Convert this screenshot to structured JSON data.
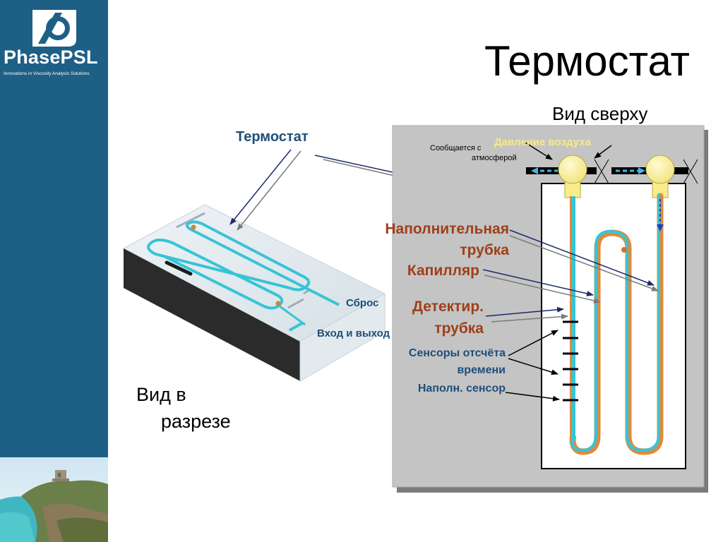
{
  "brand": {
    "name": "PhasePSL",
    "tagline": "Innovations in Viscosity Analysis Solutions"
  },
  "title": "Термостат",
  "views": {
    "top": "Вид сверху",
    "section_line1": "Вид в",
    "section_line2": "разрезе"
  },
  "labels": {
    "thermostat": "Термостат",
    "reset": "Сброс",
    "inlet_outlet": "Вход и выход",
    "atmosphere_line1": "Сообщается с",
    "atmosphere_line2": "атмосферой",
    "air_pressure": "Давление воздуха",
    "fill_tube_line1": "Наполнительная",
    "fill_tube_line2": "трубка",
    "capillary": "Капилляр",
    "detect_tube_line1": "Детектир.",
    "detect_tube_line2": "трубка",
    "timing_sensors_line1": "Сенсоры отсчёта",
    "timing_sensors_line2": "времени",
    "fill_sensor": "Наполн. сенсор"
  },
  "colors": {
    "sidebar": "#1e5f86",
    "label_blue": "#1f4e7a",
    "label_brown": "#9e3f1a",
    "capillary_cyan": "#2ec4d8",
    "fill_tube_orange": "#e08a3a",
    "air_pressure_yellow": "#f8ec8c"
  }
}
